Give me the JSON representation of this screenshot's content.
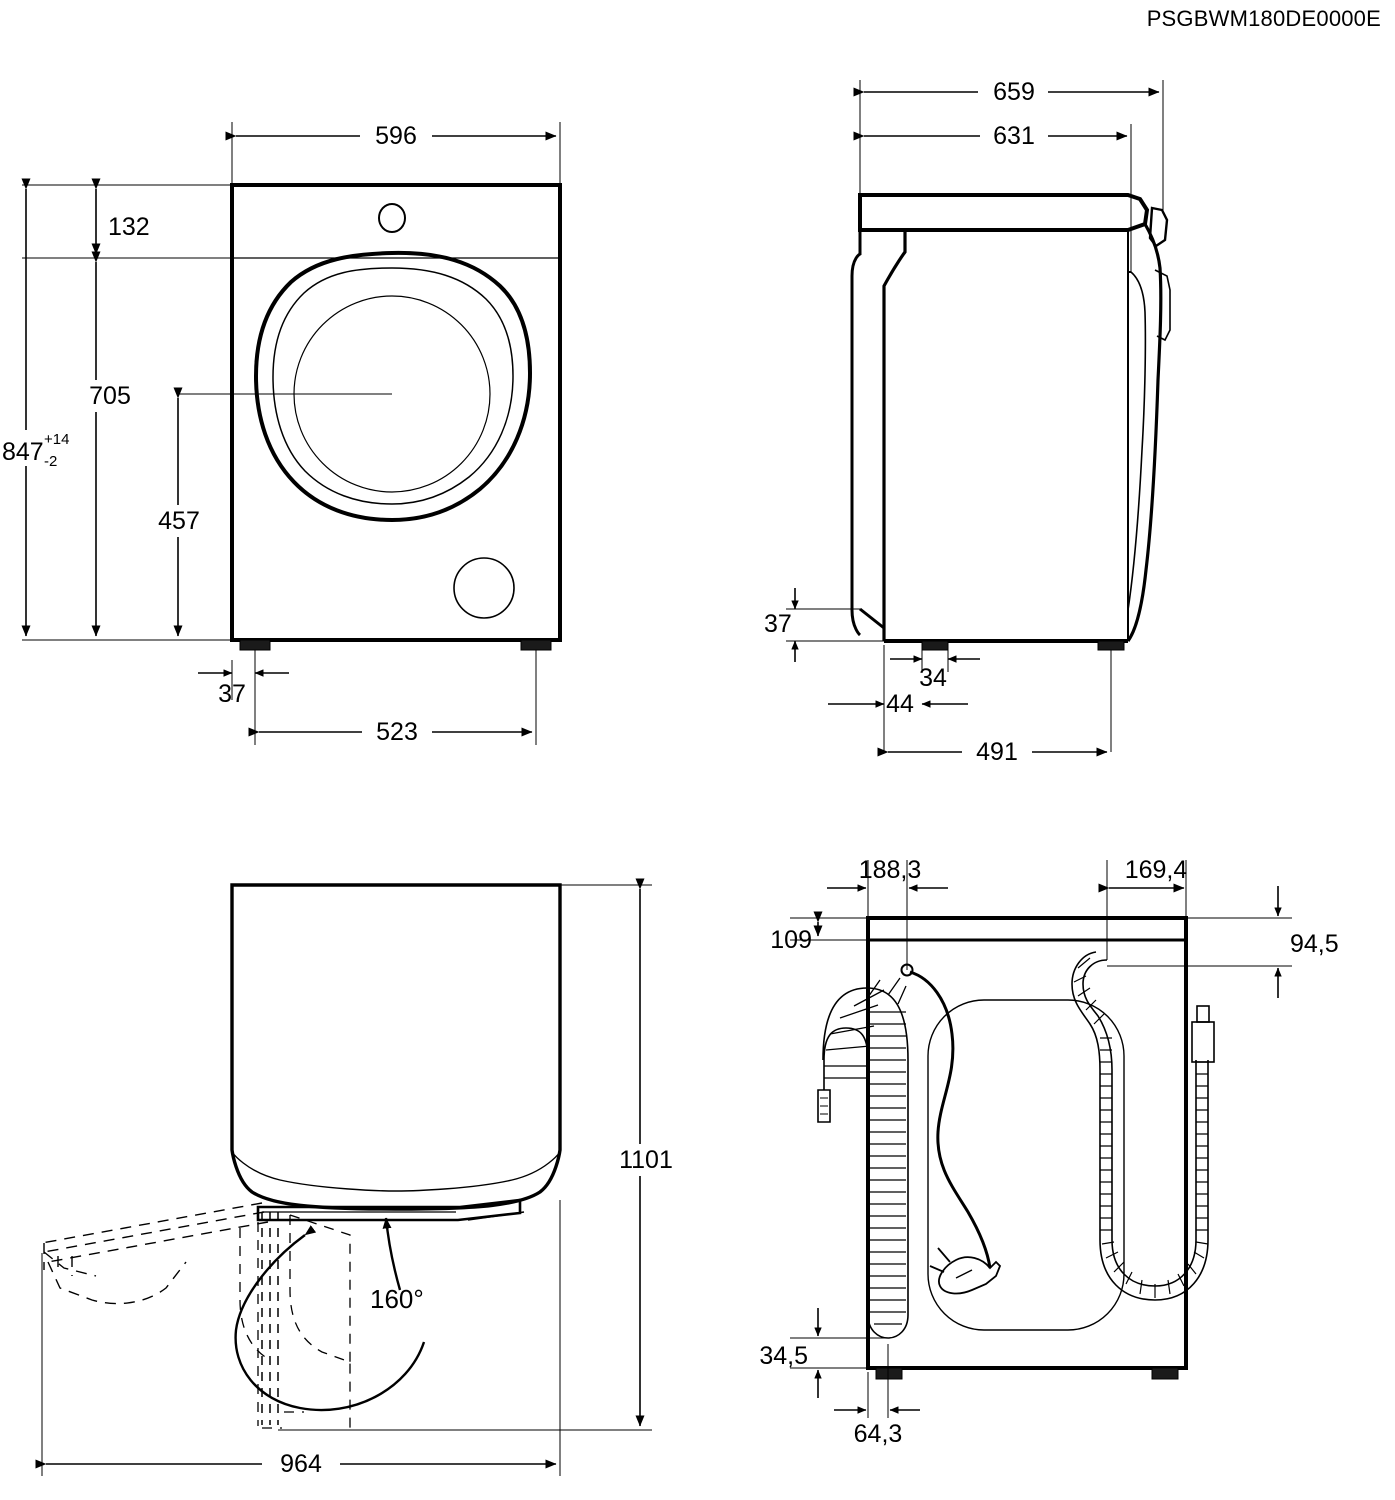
{
  "drawing": {
    "part_code": "PSGBWM180DE0000E",
    "units": "mm",
    "line_color": "#000000",
    "background": "#ffffff",
    "product": "front-load washing machine"
  },
  "views": {
    "front": {
      "name": "front-view",
      "dimensions": {
        "width": "596",
        "panel_height": "132",
        "body_height": "705",
        "total_height": "847",
        "tolerance_plus": "+14",
        "tolerance_minus": "-2",
        "door_center_height": "457",
        "foot_inset": "37",
        "foot_span": "523"
      }
    },
    "side": {
      "name": "side-view",
      "dimensions": {
        "overall_depth": "659",
        "body_depth": "631",
        "plinth_height": "37",
        "foot_width": "34",
        "foot_front_offset": "44",
        "foot_span": "491"
      }
    },
    "door_open": {
      "name": "door-open-top-view",
      "dimensions": {
        "total_depth": "1101",
        "total_width": "964",
        "door_opening_angle": "160°"
      }
    },
    "rear": {
      "name": "rear-view",
      "dimensions": {
        "inlet_from_left": "188,3",
        "drain_from_right": "169,4",
        "top_band_height": "109",
        "drain_top_height": "94,5",
        "hose_bottom_height": "34,5",
        "hose_from_left": "64,3"
      }
    }
  }
}
